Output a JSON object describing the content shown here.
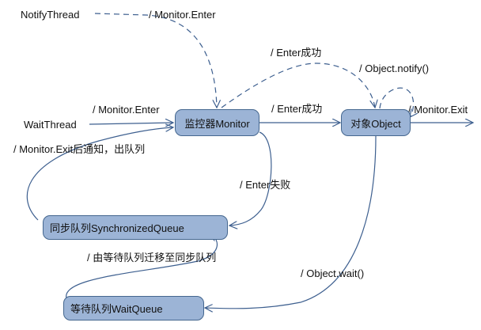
{
  "nodes": {
    "notify_thread": "NotifyThread",
    "wait_thread": "WaitThread",
    "monitor": "监控器Monitor",
    "object": "对象Object",
    "sync_queue": "同步队列SynchronizedQueue",
    "wait_queue": "等待队列WaitQueue"
  },
  "edges": {
    "notify_enter": "/ Monitor.Enter",
    "wait_enter": "/ Monitor.Enter",
    "exit_notify_dequeue": "/ Monitor.Exit后通知，出队列",
    "enter_success_dashed": "/ Enter成功",
    "object_notify": "/ Object.notify()",
    "enter_success": "/ Enter成功",
    "monitor_exit": "/ Monitor.Exit",
    "enter_fail": "/ Enter失败",
    "wait_to_sync": "/ 由等待队列迁移至同步队列",
    "object_wait": "/ Object.wait()"
  },
  "colors": {
    "node_fill": "#9cb4d6",
    "node_stroke": "#45678f",
    "edge": "#3d5f8f"
  }
}
